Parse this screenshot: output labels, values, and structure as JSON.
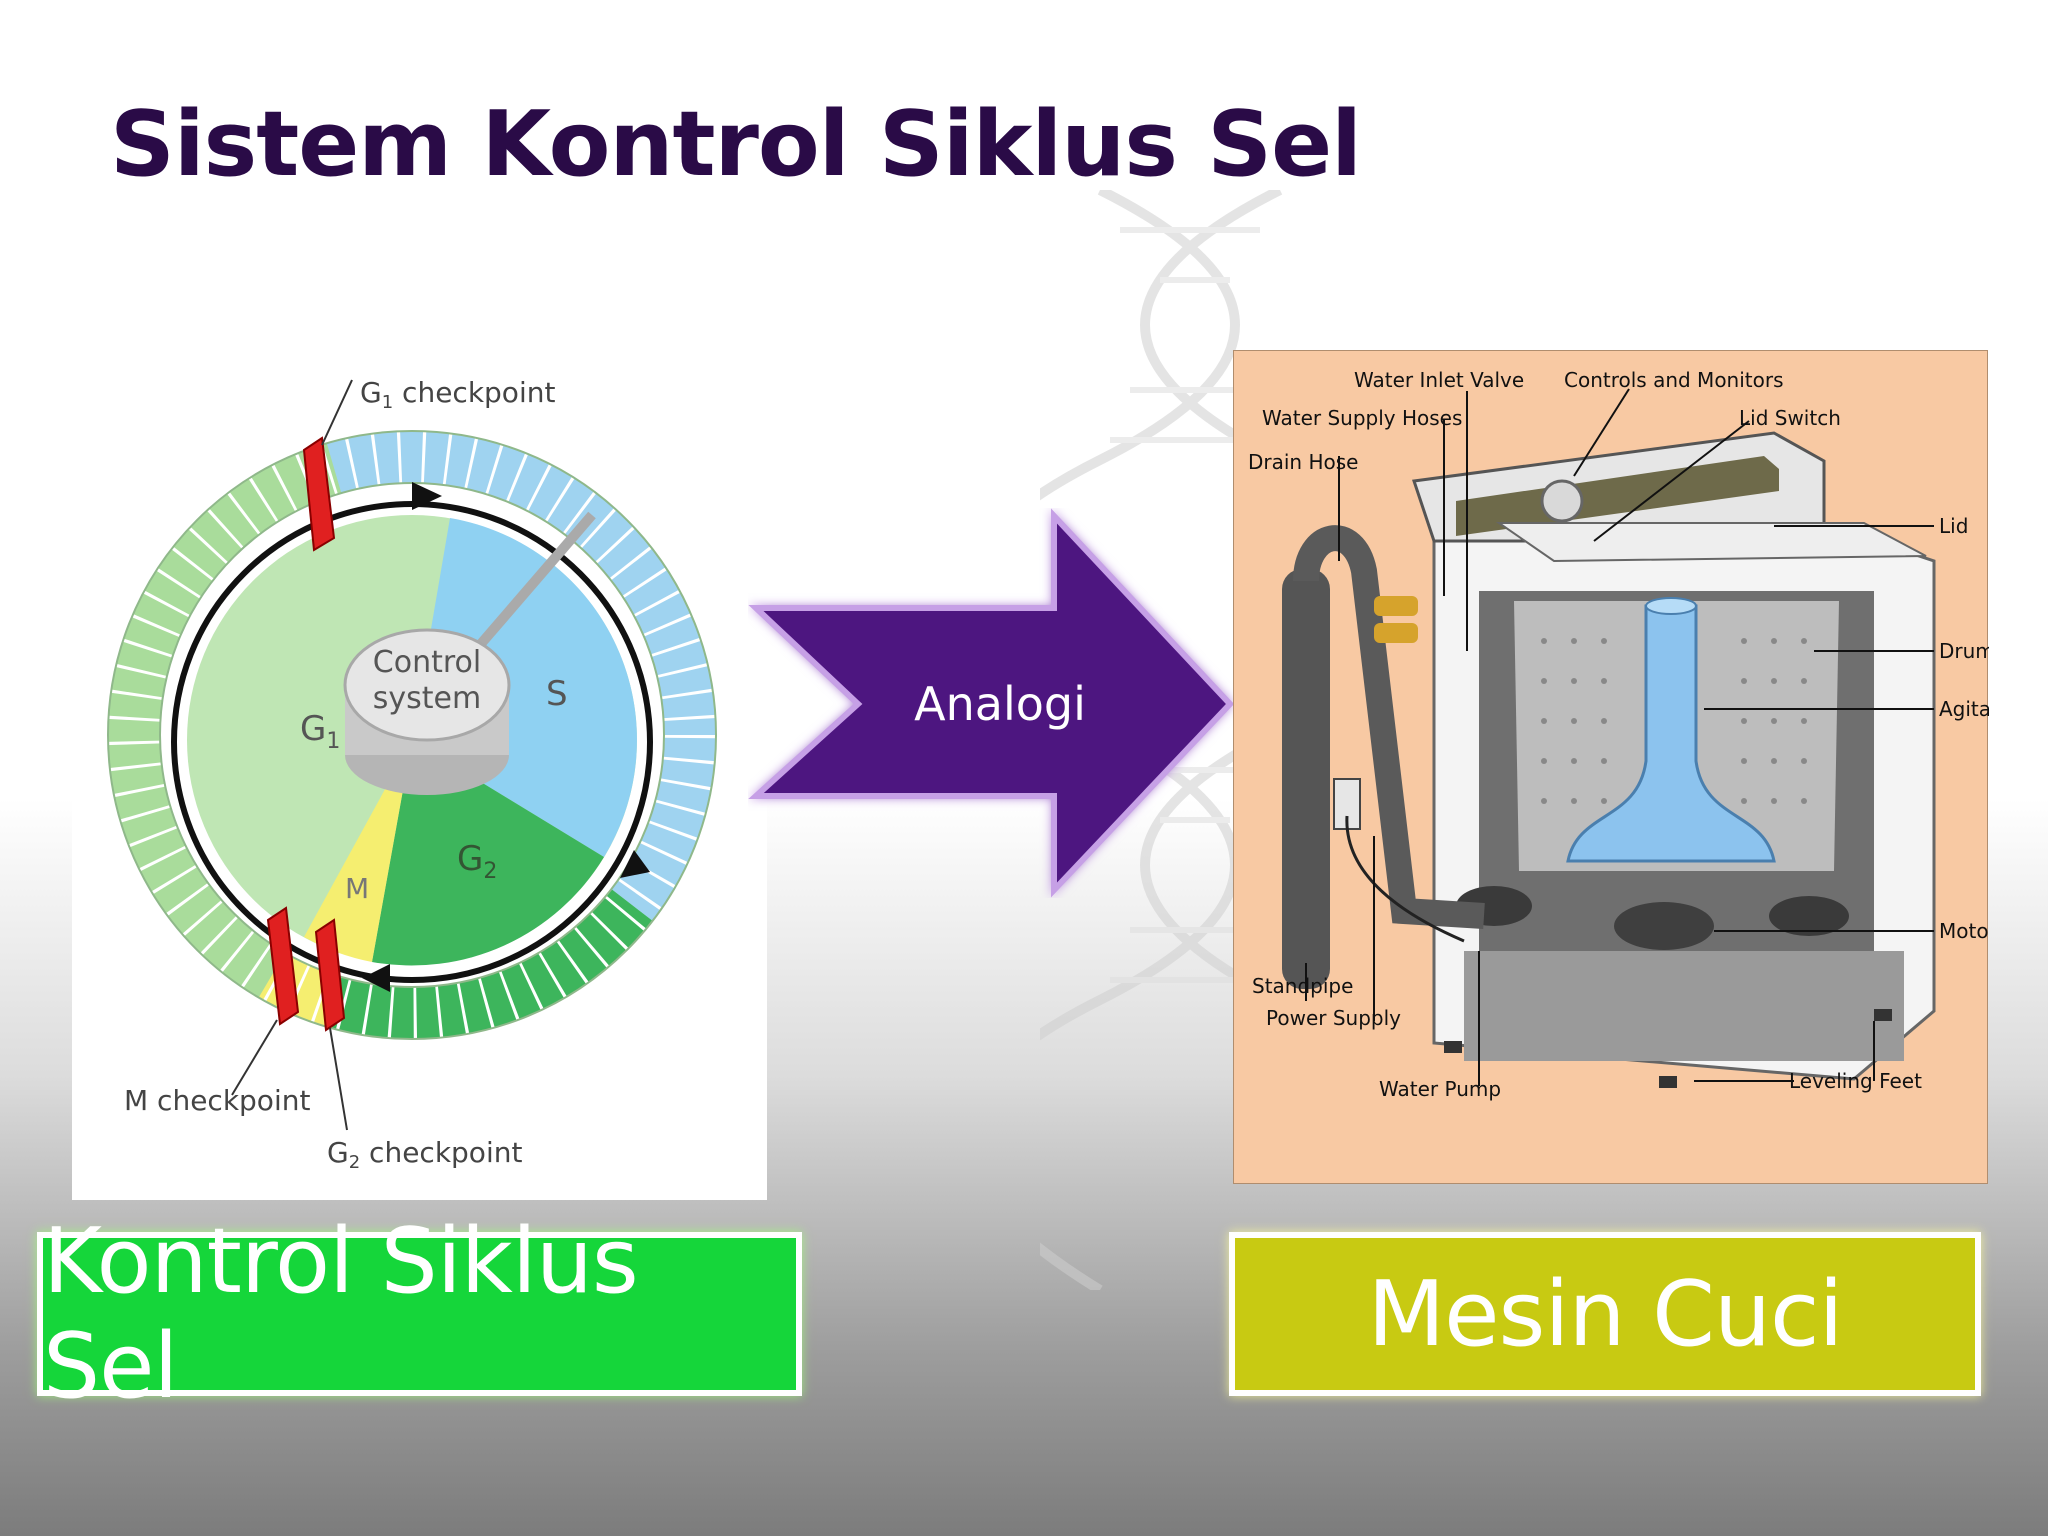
{
  "slide": {
    "title": "Sistem Kontrol Siklus Sel",
    "arrow_label": "Analogi",
    "left_caption": "Kontrol Siklus Sel",
    "right_caption": "Mesin Cuci"
  },
  "cell_cycle": {
    "center_line1": "Control",
    "center_line2": "system",
    "phase_g1": "G",
    "phase_g1_sub": "1",
    "phase_s": "S",
    "phase_g2": "G",
    "phase_g2_sub": "2",
    "phase_m": "M",
    "g1_checkpoint": "G",
    "g1_checkpoint_sub": "1",
    "g1_checkpoint_rest": " checkpoint",
    "m_checkpoint": "M checkpoint",
    "g2_checkpoint": "G",
    "g2_checkpoint_sub": "2",
    "g2_checkpoint_rest": " checkpoint"
  },
  "washer": {
    "water_inlet_valve": "Water Inlet Valve",
    "controls_and_monitors": "Controls and Monitors",
    "water_supply_hoses": "Water Supply Hoses",
    "lid_switch": "Lid Switch",
    "drain_hose": "Drain Hose",
    "lid": "Lid",
    "drum": "Drum",
    "agitator": "Agitator",
    "motor": "Motor",
    "standpipe": "Standpipe",
    "power_supply": "Power Supply",
    "water_pump": "Water Pump",
    "leveling_feet": "Leveling Feet"
  },
  "colors": {
    "title": "#2a0b47",
    "arrow": "#4e1580",
    "left_box": "#15d63a",
    "right_box": "#c8ca12",
    "g1": "#bfe6b4",
    "s": "#8fd1f2",
    "g2": "#3db55c",
    "m": "#f5ee70",
    "checkpoint": "#e02020",
    "washer_bg": "#f8c9a3",
    "agitator": "#8cc3ee"
  }
}
